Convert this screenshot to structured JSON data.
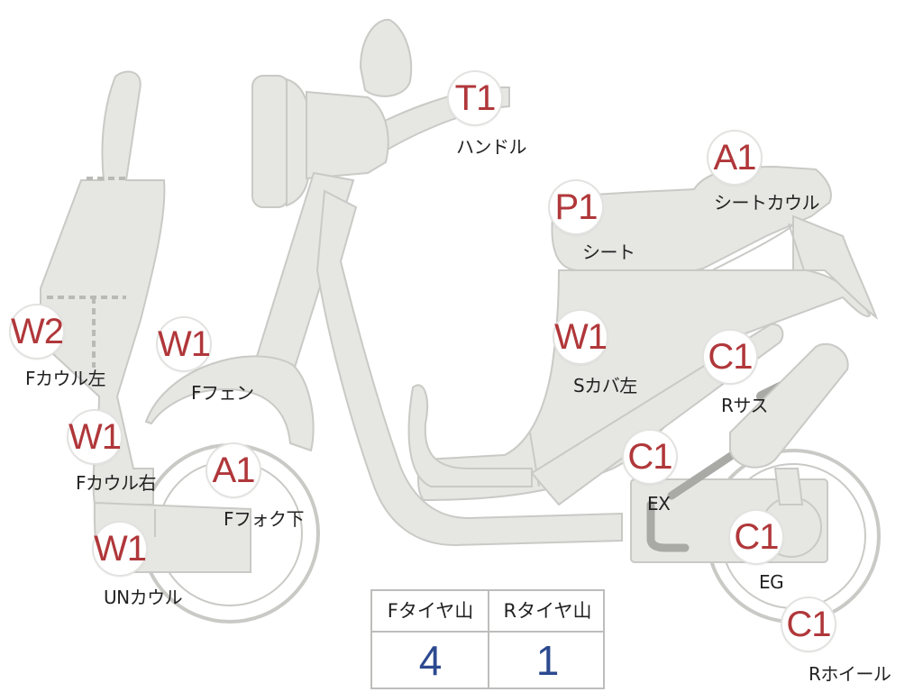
{
  "markers": [
    {
      "id": "handle",
      "code": "T1",
      "label": "ハンドル"
    },
    {
      "id": "seat-cowl",
      "code": "A1",
      "label": "シートカウル"
    },
    {
      "id": "seat",
      "code": "P1",
      "label": "シート"
    },
    {
      "id": "f-cowl-left",
      "code": "W2",
      "label": "Fカウル左"
    },
    {
      "id": "f-fender",
      "code": "W1",
      "label": "Fフェン"
    },
    {
      "id": "s-cover-left",
      "code": "W1",
      "label": "Sカバ左"
    },
    {
      "id": "r-suspension",
      "code": "C1",
      "label": "Rサス"
    },
    {
      "id": "f-cowl-right",
      "code": "W1",
      "label": "Fカウル右"
    },
    {
      "id": "f-fork-lower",
      "code": "A1",
      "label": "Fフォク下"
    },
    {
      "id": "exhaust",
      "code": "C1",
      "label": "EX"
    },
    {
      "id": "under-cowl",
      "code": "W1",
      "label": "UNカウル"
    },
    {
      "id": "engine",
      "code": "C1",
      "label": "EG"
    },
    {
      "id": "r-wheel",
      "code": "C1",
      "label": "Rホイール"
    }
  ],
  "tread_table": {
    "headers": [
      "Fタイヤ山",
      "Rタイヤ山"
    ],
    "values": [
      "4",
      "1"
    ]
  }
}
